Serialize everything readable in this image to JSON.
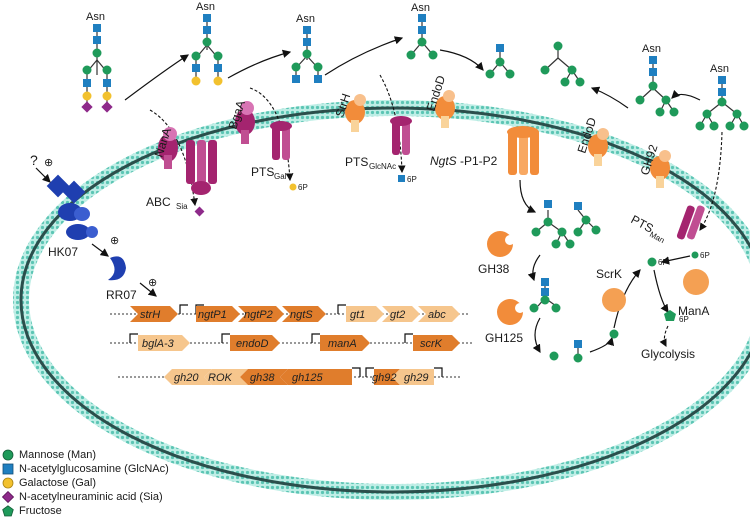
{
  "colors": {
    "mannose": "#1f9a5a",
    "glcnac": "#1f7fc0",
    "galactose": "#f2c12e",
    "sia": "#8e2a8a",
    "fructose": "#1f9a5a",
    "membrane": "#7fd6c9",
    "transporter": "#a4246f",
    "enzyme_orange": "#f28c3a",
    "kinase_blue": "#1f3fb0"
  },
  "labels": {
    "asn": "Asn",
    "nanA": "NanA",
    "abc": "ABC",
    "abc_sub": "Sia",
    "bgaA": "BgaA",
    "pts": "PTS",
    "pts_gal_sub": "Gal",
    "strH": "StrH",
    "pts_glcnac_sub": "GlcNAc",
    "endoD": "EndoD",
    "ngts_italic": "NgtS",
    "ngts_rest": "-P1-P2",
    "endoD2": "EndoD",
    "gh92": "GH92",
    "pts_man_sub": "Man",
    "six_p": "6P",
    "question": "?",
    "plus": "⊕",
    "hk07": "HK07",
    "rr07": "RR07",
    "gh38": "GH38",
    "gh125": "GH125",
    "scrK": "ScrK",
    "manA": "ManA",
    "glycolysis": "Glycolysis"
  },
  "operons": {
    "row1": [
      "strH",
      "ngtP1",
      "ngtP2",
      "ngtS",
      "gt1",
      "gt2",
      "abc"
    ],
    "row2": [
      "bglA-3",
      "endoD",
      "manA",
      "scrK"
    ],
    "row3": [
      "gh20",
      "ROK",
      "gh38",
      "gh125",
      "gh92",
      "gh29"
    ]
  },
  "legend": [
    {
      "symbol": "circle",
      "label": "Mannose (Man)"
    },
    {
      "symbol": "square",
      "label": "N-acetylglucosamine (GlcNAc)"
    },
    {
      "symbol": "circle-yellow",
      "label": "Galactose (Gal)"
    },
    {
      "symbol": "diamond",
      "label": "N-acetylneuraminic acid (Sia)"
    },
    {
      "symbol": "pentagon",
      "label": "Fructose"
    }
  ]
}
